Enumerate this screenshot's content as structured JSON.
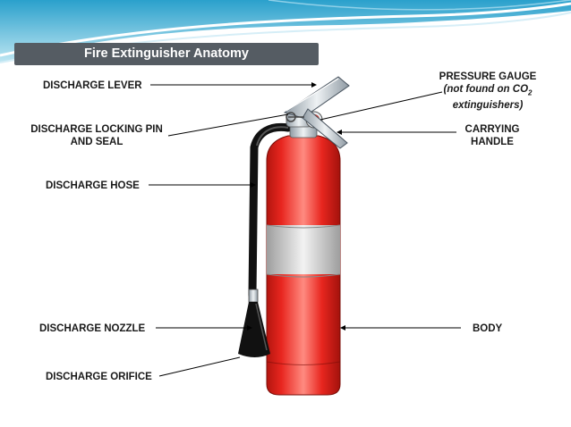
{
  "slide": {
    "title": "Fire Extinguisher Anatomy"
  },
  "labels": {
    "discharge_lever": "DISCHARGE LEVER",
    "discharge_locking_pin_line1": "DISCHARGE LOCKING PIN",
    "discharge_locking_pin_line2": "AND SEAL",
    "discharge_hose": "DISCHARGE HOSE",
    "discharge_nozzle": "DISCHARGE NOZZLE",
    "discharge_orifice": "DISCHARGE ORIFICE",
    "pressure_gauge": "PRESSURE GAUGE",
    "pressure_gauge_note_pre": "(not found on CO",
    "pressure_gauge_note_sub": "2",
    "pressure_gauge_note_post": "extinguishers)",
    "carrying_handle_line1": "CARRYING",
    "carrying_handle_line2": "HANDLE",
    "body": "BODY"
  },
  "colors": {
    "cylinder_red": "#e8261f",
    "band_silver": "#bfbfbf",
    "header_blue": "#39a8cf",
    "title_bar": "#555c63"
  }
}
